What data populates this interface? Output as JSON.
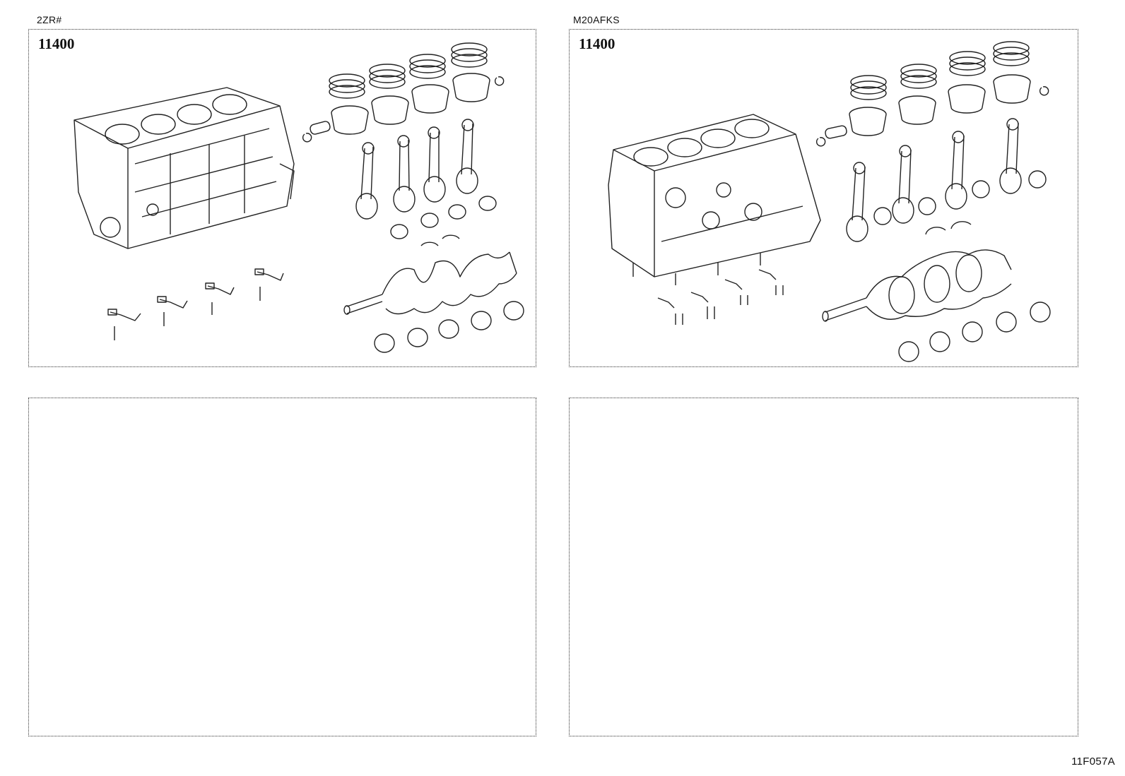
{
  "panels": [
    {
      "engine": "2ZR#",
      "part_number": "11400"
    },
    {
      "engine": "M20AFKS",
      "part_number": "11400"
    }
  ],
  "sheet_code": "11F057A"
}
